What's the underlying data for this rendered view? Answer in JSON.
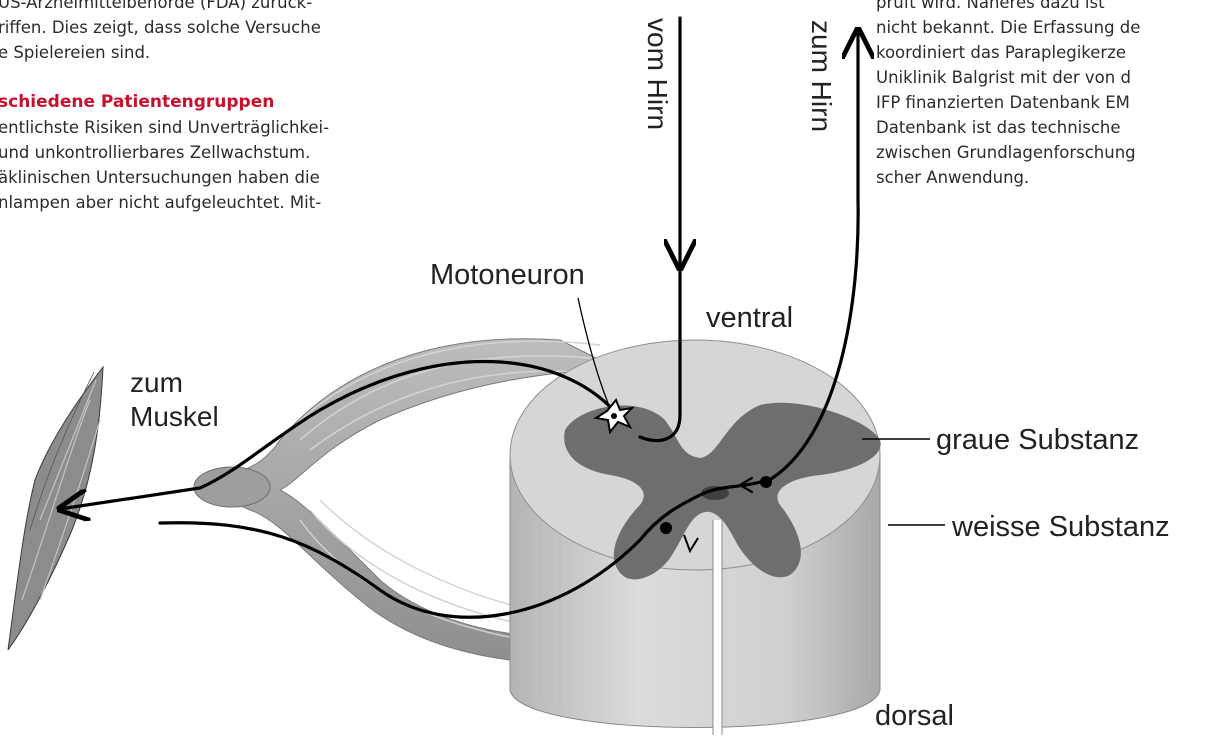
{
  "left_column": {
    "lines": [
      "US-Arzneimittelbehörde (FDA) zurück-",
      "riffen. Dies zeigt, dass solche Versuche",
      "e Spielereien sind."
    ],
    "heading": "schiedene Patientengruppen",
    "body_lines": [
      "entlichste Risiken sind Unverträglichkei-",
      "und unkontrollierbares Zellwachstum.",
      "äklinischen Untersuchungen haben die",
      "nlampen aber nicht aufgeleuchtet. Mit-"
    ]
  },
  "right_column": {
    "lines": [
      "prüft wird. Näheres dazu ist",
      "nicht bekannt. Die Erfassung de",
      "koordiniert das Paraplegikerze",
      "Uniklinik Balgrist mit der von d",
      "IFP finanzierten Datenbank EM",
      "Datenbank ist das technische",
      "zwischen Grundlagenforschung",
      "scher Anwendung."
    ]
  },
  "diagram": {
    "labels": {
      "vom_hirn": "vom Hirn",
      "zum_hirn": "zum Hirn",
      "motoneuron": "Motoneuron",
      "ventral": "ventral",
      "zum": "zum",
      "muskel": "Muskel",
      "graue_substanz": "graue Substanz",
      "weisse_substanz": "weisse Substanz",
      "dorsal": "dorsal"
    },
    "colors": {
      "white_matter_top": "#d4d4d4",
      "grey_matter": "#707070",
      "cylinder_side": "#c9c9c9",
      "nerve": "#a9a9a9",
      "line": "#000000"
    }
  }
}
